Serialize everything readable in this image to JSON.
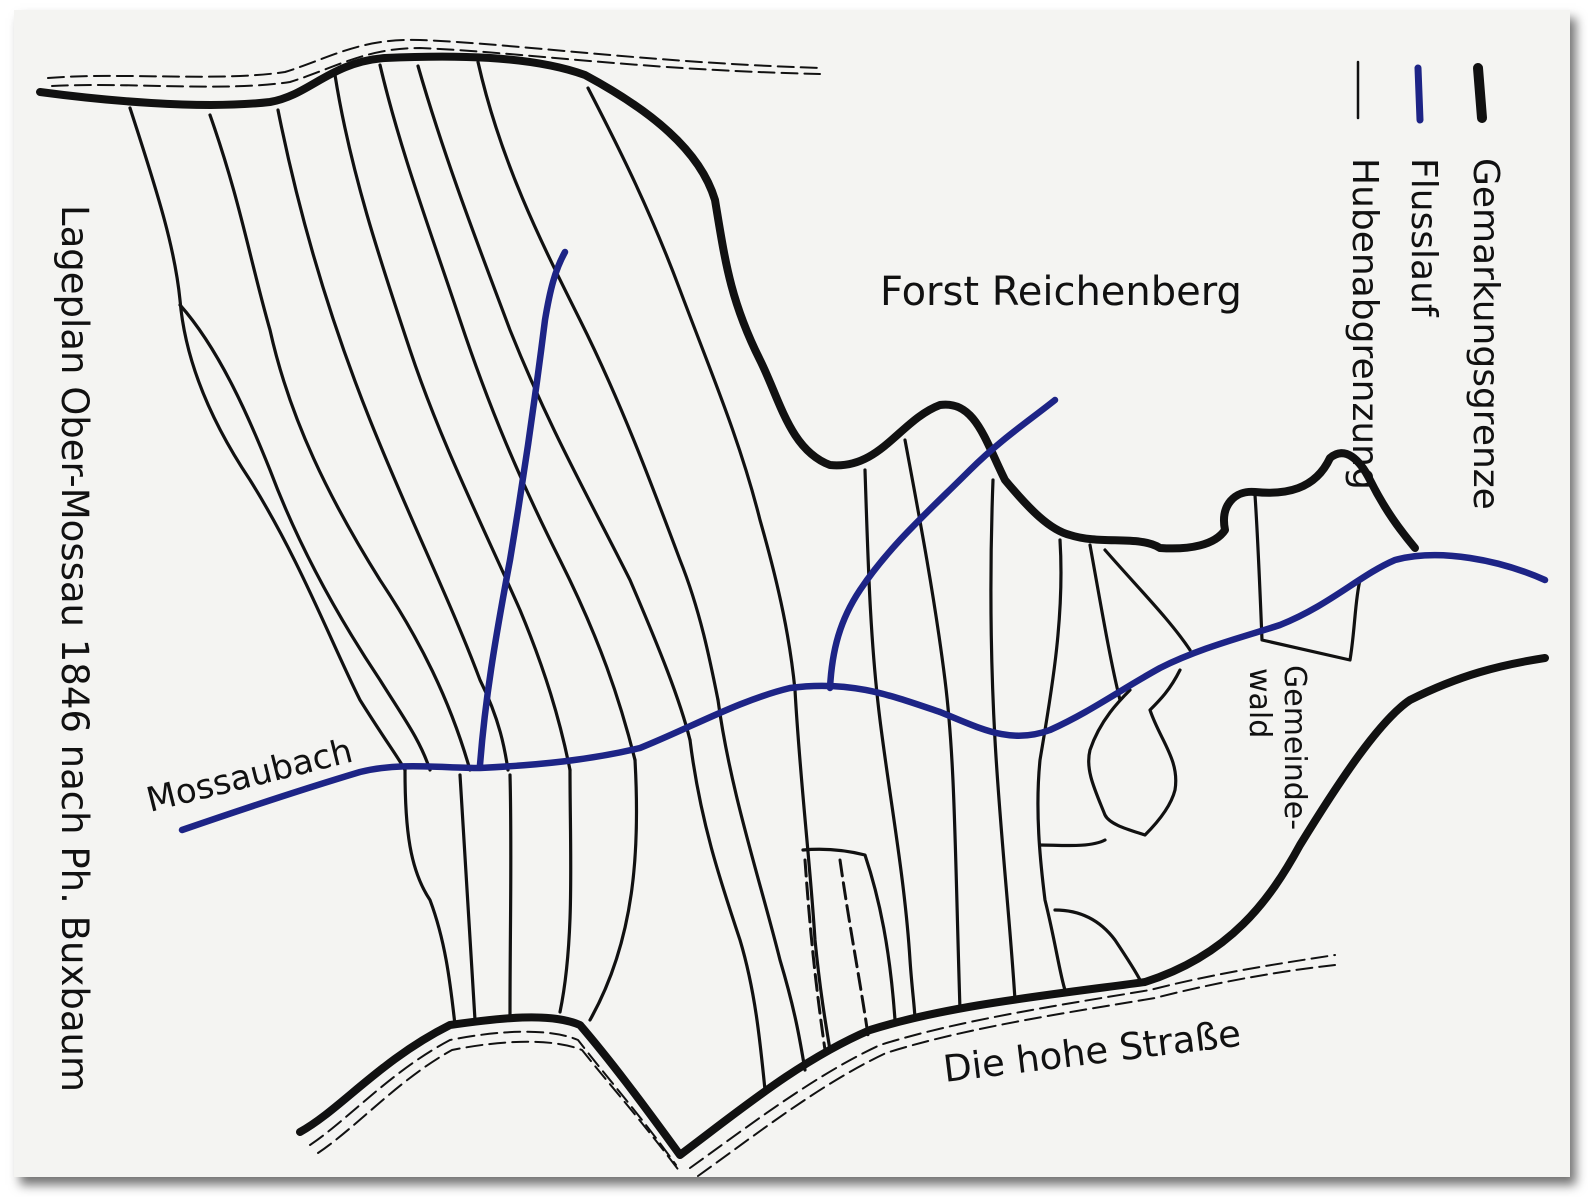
{
  "title": "Lageplan Ober-Mossau 1846 nach Ph. Buxbaum",
  "labels": {
    "forest": "Forst Reichenberg",
    "stream": "Mossaubach",
    "road": "Die hohe Straße",
    "communal_forest_1": "Gemeinde-",
    "communal_forest_2": "wald"
  },
  "legend": [
    {
      "name": "Gemarkungsgrenze",
      "style": "thick-black-line",
      "color": "#111111"
    },
    {
      "name": "Flusslauf",
      "style": "blue-line",
      "color": "#1d2486"
    },
    {
      "name": "Hubenabgrenzung",
      "style": "thin-black-line",
      "color": "#111111"
    }
  ],
  "colors": {
    "ink": "#111111",
    "river": "#1d2486",
    "paper": "#f4f4f2"
  }
}
